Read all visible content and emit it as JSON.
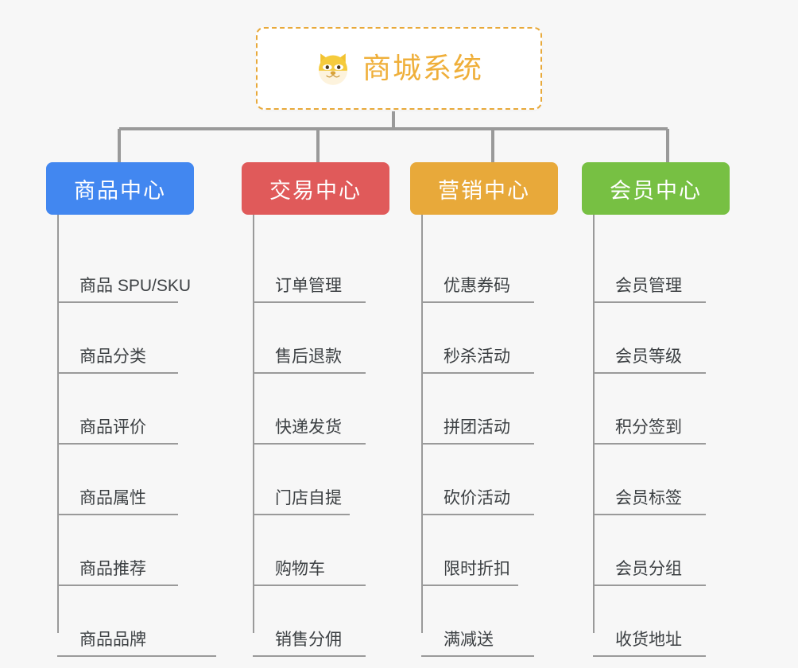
{
  "root": {
    "title": "商城系统",
    "icon": "shiba-dog-face-icon",
    "border_color": "#e8a93a",
    "text_color": "#efaf3a",
    "background": "#ffffff"
  },
  "canvas": {
    "background": "#f7f7f7",
    "connector_color": "#9a9a9a"
  },
  "branches": [
    {
      "label": "商品中心",
      "color": "#4287f0",
      "items": [
        "商品 SPU/SKU",
        "商品分类",
        "商品评价",
        "商品属性",
        "商品推荐",
        "商品品牌"
      ]
    },
    {
      "label": "交易中心",
      "color": "#e05a5a",
      "items": [
        "订单管理",
        "售后退款",
        "快递发货",
        "门店自提",
        "购物车",
        "销售分佣"
      ]
    },
    {
      "label": "营销中心",
      "color": "#e8a93a",
      "items": [
        "优惠券码",
        "秒杀活动",
        "拼团活动",
        "砍价活动",
        "限时折扣",
        "满减送"
      ]
    },
    {
      "label": "会员中心",
      "color": "#77c043",
      "items": [
        "会员管理",
        "会员等级",
        "积分签到",
        "会员标签",
        "会员分组",
        "收货地址"
      ]
    }
  ]
}
